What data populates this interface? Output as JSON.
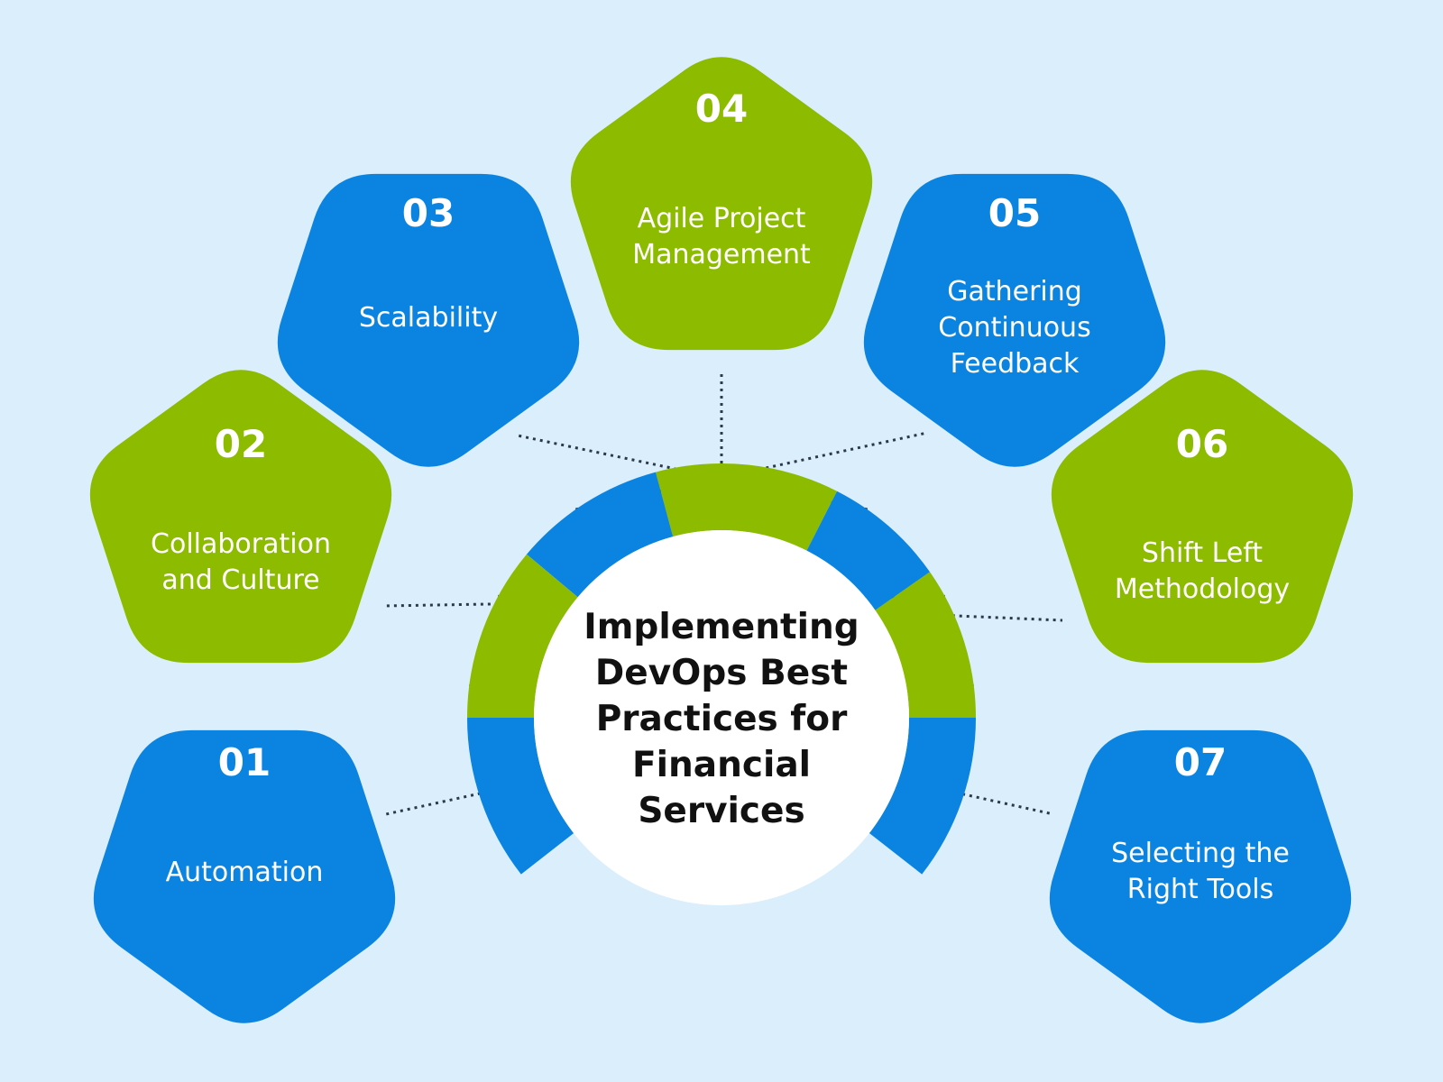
{
  "center": {
    "title_lines": [
      "Implementing",
      "DevOps Best",
      "Practices for",
      "Financial",
      "Services"
    ]
  },
  "colors": {
    "blue": "#0a84e0",
    "green": "#8cbb00",
    "background": "#dbeefc",
    "center_fill": "#ffffff"
  },
  "items": [
    {
      "number": "01",
      "lines": [
        "Automation"
      ],
      "color": "blue"
    },
    {
      "number": "02",
      "lines": [
        "Collaboration",
        "and Culture"
      ],
      "color": "green"
    },
    {
      "number": "03",
      "lines": [
        "Scalability"
      ],
      "color": "blue"
    },
    {
      "number": "04",
      "lines": [
        "Agile Project",
        "Management"
      ],
      "color": "green"
    },
    {
      "number": "05",
      "lines": [
        "Gathering",
        "Continuous",
        "Feedback"
      ],
      "color": "blue"
    },
    {
      "number": "06",
      "lines": [
        "Shift Left",
        "Methodology"
      ],
      "color": "green"
    },
    {
      "number": "07",
      "lines": [
        "Selecting the",
        "Right Tools"
      ],
      "color": "blue"
    }
  ]
}
